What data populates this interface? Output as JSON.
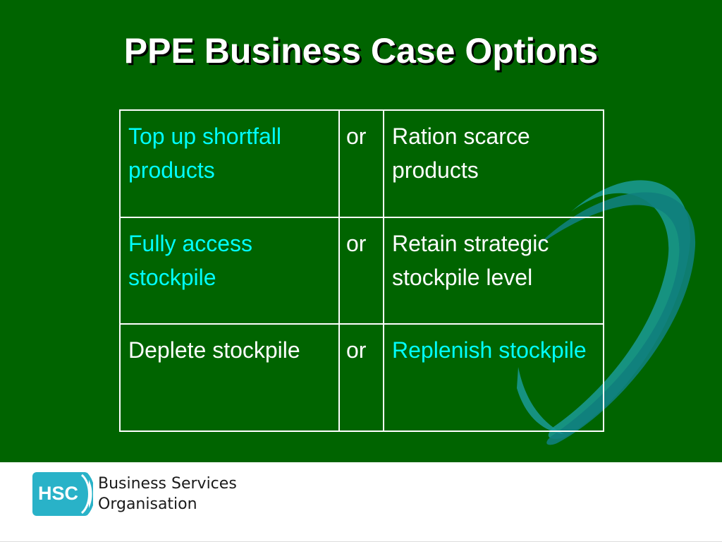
{
  "slide": {
    "title": "PPE Business Case Options",
    "background_color": "#006400",
    "accent_color": "#00ffff"
  },
  "table": {
    "rows": [
      {
        "left": "Top up shortfall products",
        "connector": "or",
        "right": "Ration scarce products",
        "highlighted": "left"
      },
      {
        "left": "Fully access stockpile",
        "connector": "or",
        "right": "Retain strategic stockpile level",
        "highlighted": "left"
      },
      {
        "left": "Deplete stockpile",
        "connector": "or",
        "right": "Replenish stockpile",
        "highlighted": "right"
      }
    ]
  },
  "footer": {
    "logo_text": "HSC",
    "org_line1": "Business Services",
    "org_line2": "Organisation",
    "logo_color": "#29b2c8"
  }
}
